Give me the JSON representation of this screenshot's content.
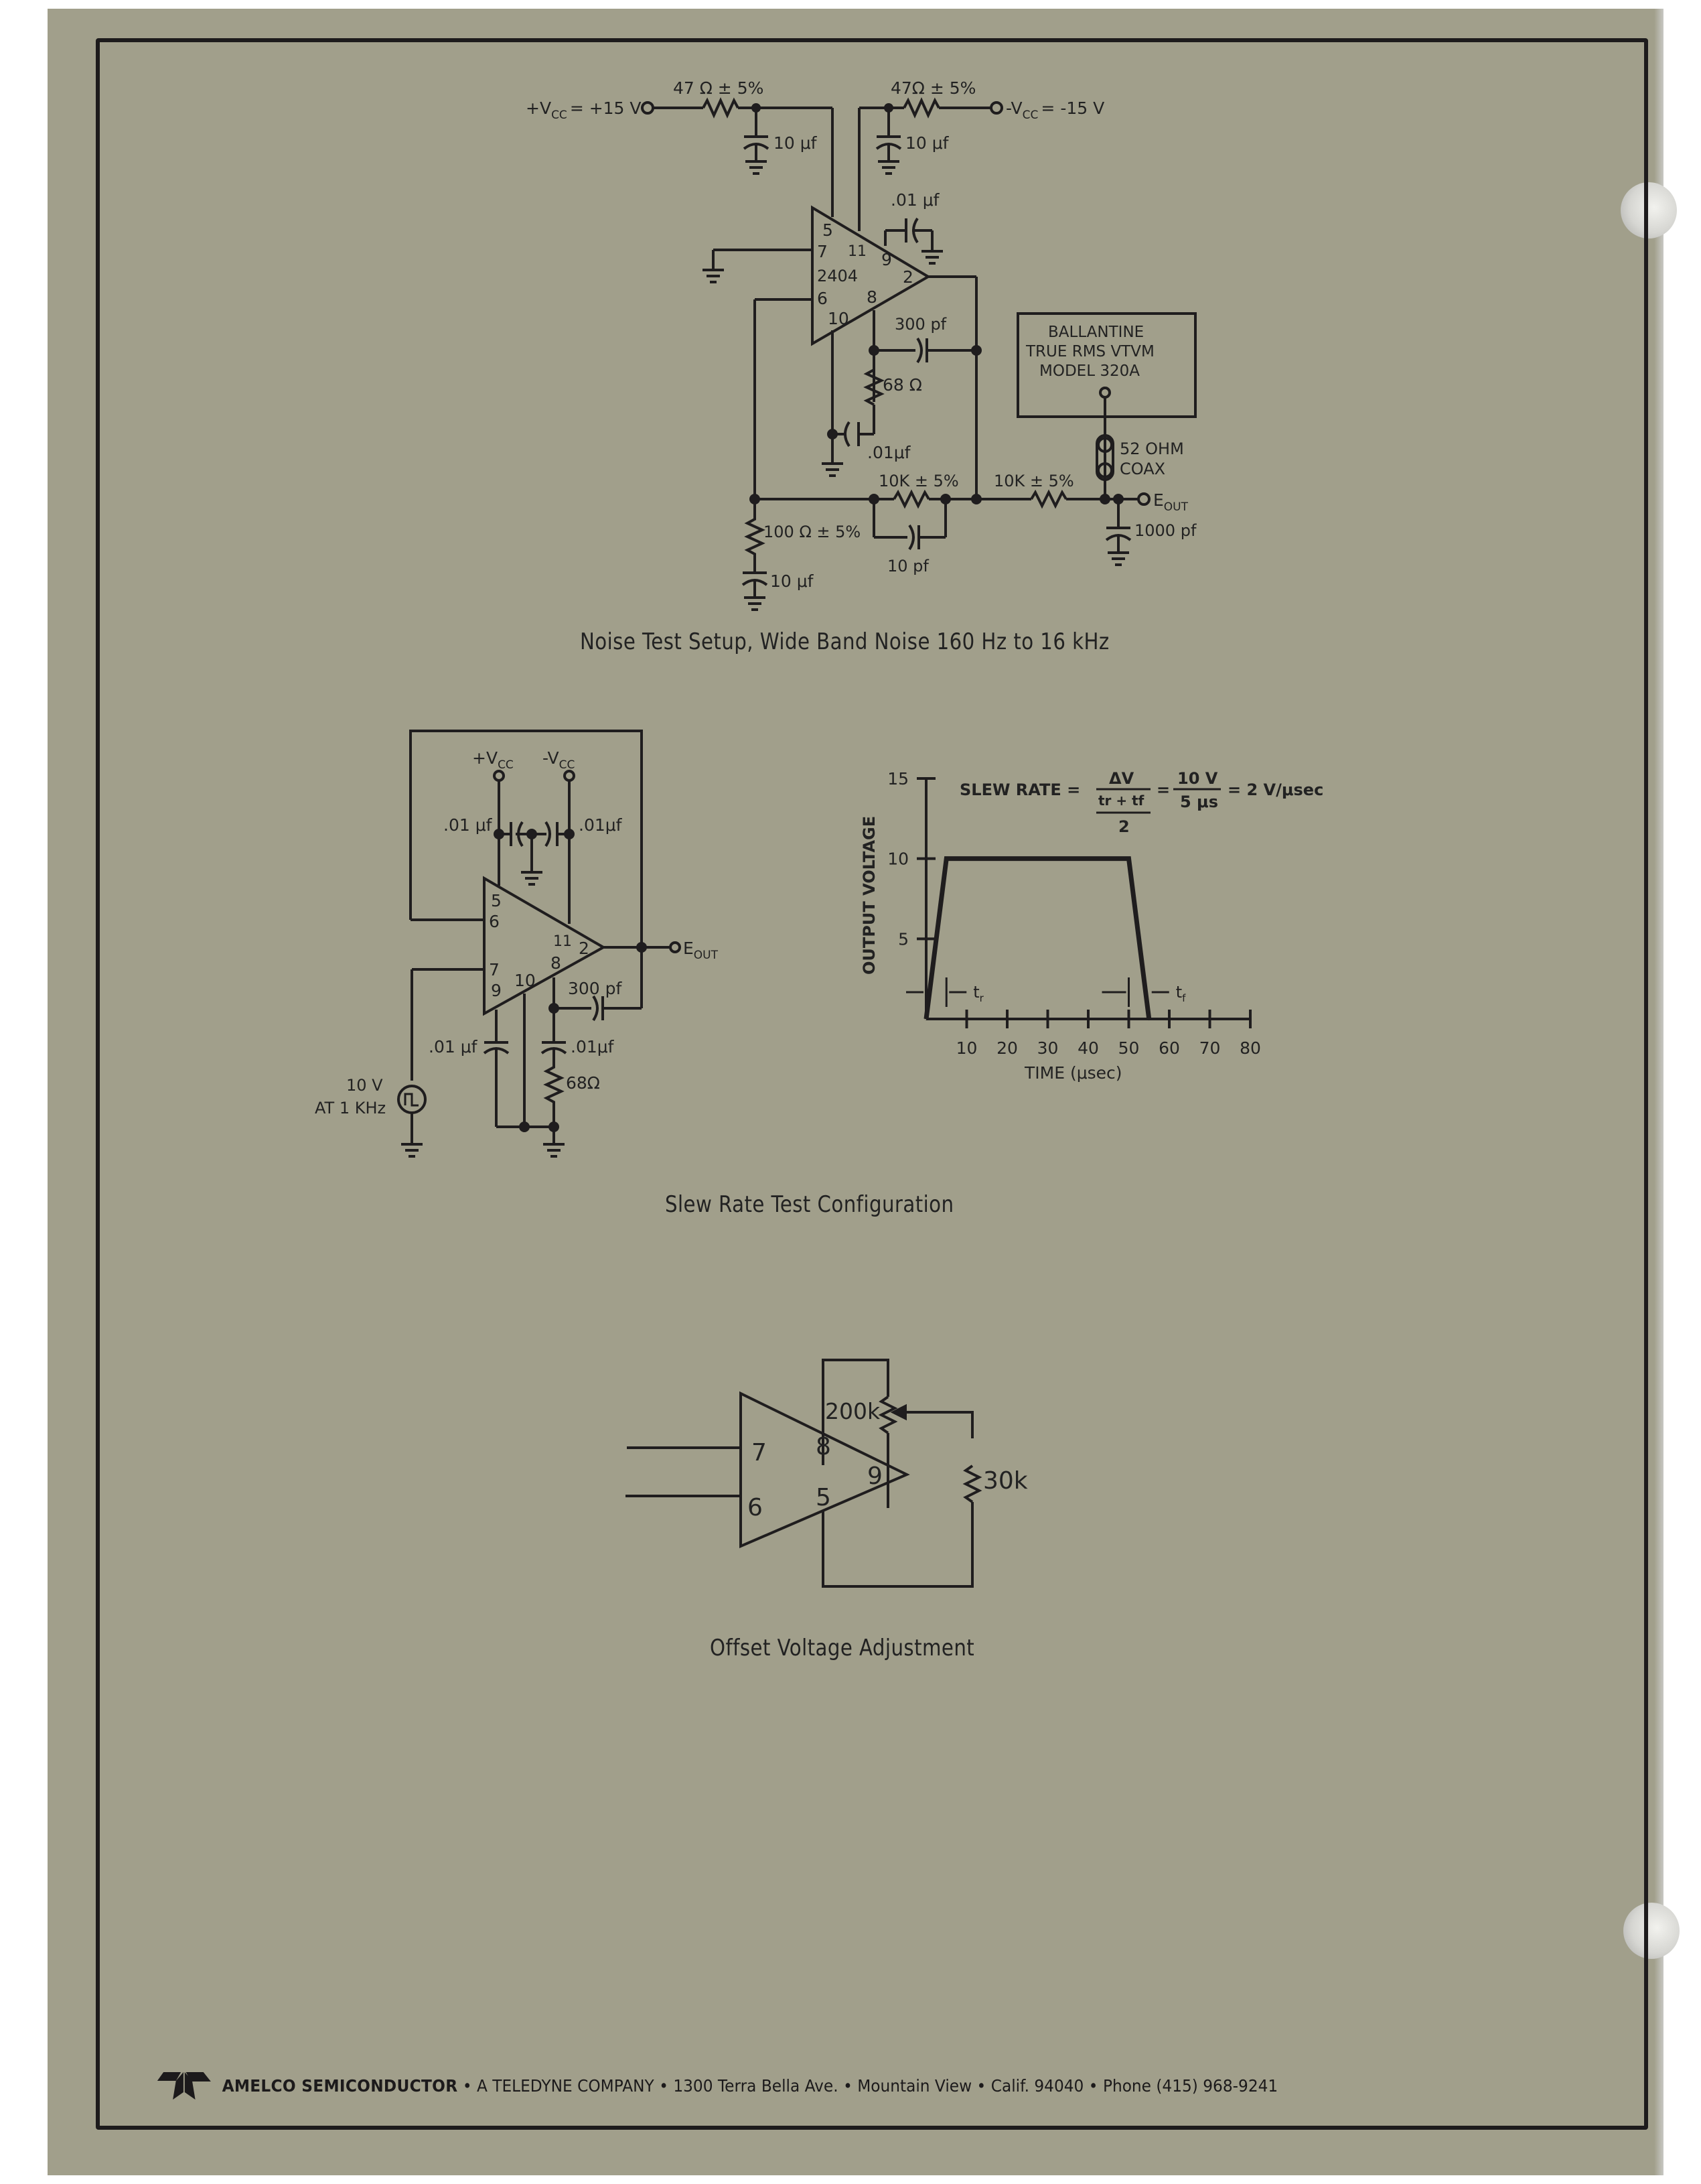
{
  "colors": {
    "paper": "#a19f8b",
    "ink": "#1f1d1e"
  },
  "noise_test": {
    "caption": "Noise Test Setup, Wide Band Noise 160 Hz  to 16 kHz",
    "vcc_pos": "+V",
    "vcc_pos_sub": "CC",
    "vcc_pos_value": "= +15 V",
    "vcc_neg": "-V",
    "vcc_neg_sub": "CC",
    "vcc_neg_value": "= -15 V",
    "r_supply_pos": "47 Ω ± 5%",
    "r_supply_neg": "47Ω ± 5%",
    "c_supply_pos": "10 μf",
    "c_supply_neg": "10 μf",
    "chip": "2404",
    "pins": [
      "5",
      "7",
      "11",
      "9",
      "2",
      "6",
      "8",
      "10"
    ],
    "c_comp_top": ".01 μf",
    "c_300": "300 pf",
    "r_68": "68 Ω",
    "c_01_bottom": ".01μf",
    "r_10k_a": "10K ± 5%",
    "r_10k_b": "10K ± 5%",
    "c_10pf": "10 pf",
    "r_100": "100 Ω ± 5%",
    "c_10uf_bottom": "10 μf",
    "meter_lines": [
      "BALLANTINE",
      "TRUE RMS VTVM",
      "MODEL 320A"
    ],
    "coax_lines": [
      "52 OHM",
      "COAX"
    ],
    "eout": "E",
    "eout_sub": "OUT",
    "c_1000": "1000 pf"
  },
  "slew_test": {
    "caption": "Slew Rate Test Configuration",
    "vcc_pos": "+V",
    "vcc_neg": "-V",
    "vcc_sub": "CC",
    "c_left_top": ".01 μf",
    "c_right_top": ".01μf",
    "pins": [
      "5",
      "6",
      "7",
      "9",
      "10",
      "8",
      "11",
      "2"
    ],
    "c_300": "300 pf",
    "c_bottom_left": ".01 μf",
    "c_bottom_right": ".01μf",
    "r_68": "68Ω",
    "source_lines": [
      "10 V",
      "AT 1 KHz"
    ],
    "eout": "E",
    "eout_sub": "OUT"
  },
  "chart_data": {
    "type": "line",
    "title": "SLEW RATE = ΔV / ((tr + tf)/2) = 10 V / 5 μs = 2 V/μsec",
    "formula": {
      "lhs": "SLEW RATE =",
      "num1": "ΔV",
      "den1": "tr + tf",
      "den1b": "2",
      "num2": "10 V",
      "den2": "5 μs",
      "result": "= 2 V/μsec"
    },
    "xlabel": "TIME (μsec)",
    "ylabel": "OUTPUT VOLTAGE",
    "xlim": [
      0,
      80
    ],
    "ylim": [
      0,
      15
    ],
    "x_ticks": [
      10,
      20,
      30,
      40,
      50,
      60,
      70,
      80
    ],
    "y_ticks": [
      5,
      10,
      15
    ],
    "series": [
      {
        "name": "output",
        "x": [
          0,
          5,
          50,
          55
        ],
        "y": [
          0,
          10,
          10,
          0
        ]
      }
    ],
    "annotations": [
      "tr",
      "tf"
    ]
  },
  "offset_adjust": {
    "caption": "Offset Voltage Adjustment",
    "pins": [
      "7",
      "6",
      "8",
      "5",
      "9"
    ],
    "pot": "200k",
    "resistor": "30k"
  },
  "footer": {
    "company": "AMELCO SEMICONDUCTOR",
    "parent": "A TELEDYNE COMPANY",
    "address": "1300 Terra Bella Ave.",
    "city": "Mountain View",
    "state": "Calif. 94040",
    "phone": "Phone (415) 968-9241",
    "bullet": "•",
    "logo": "teledyne-logo"
  }
}
